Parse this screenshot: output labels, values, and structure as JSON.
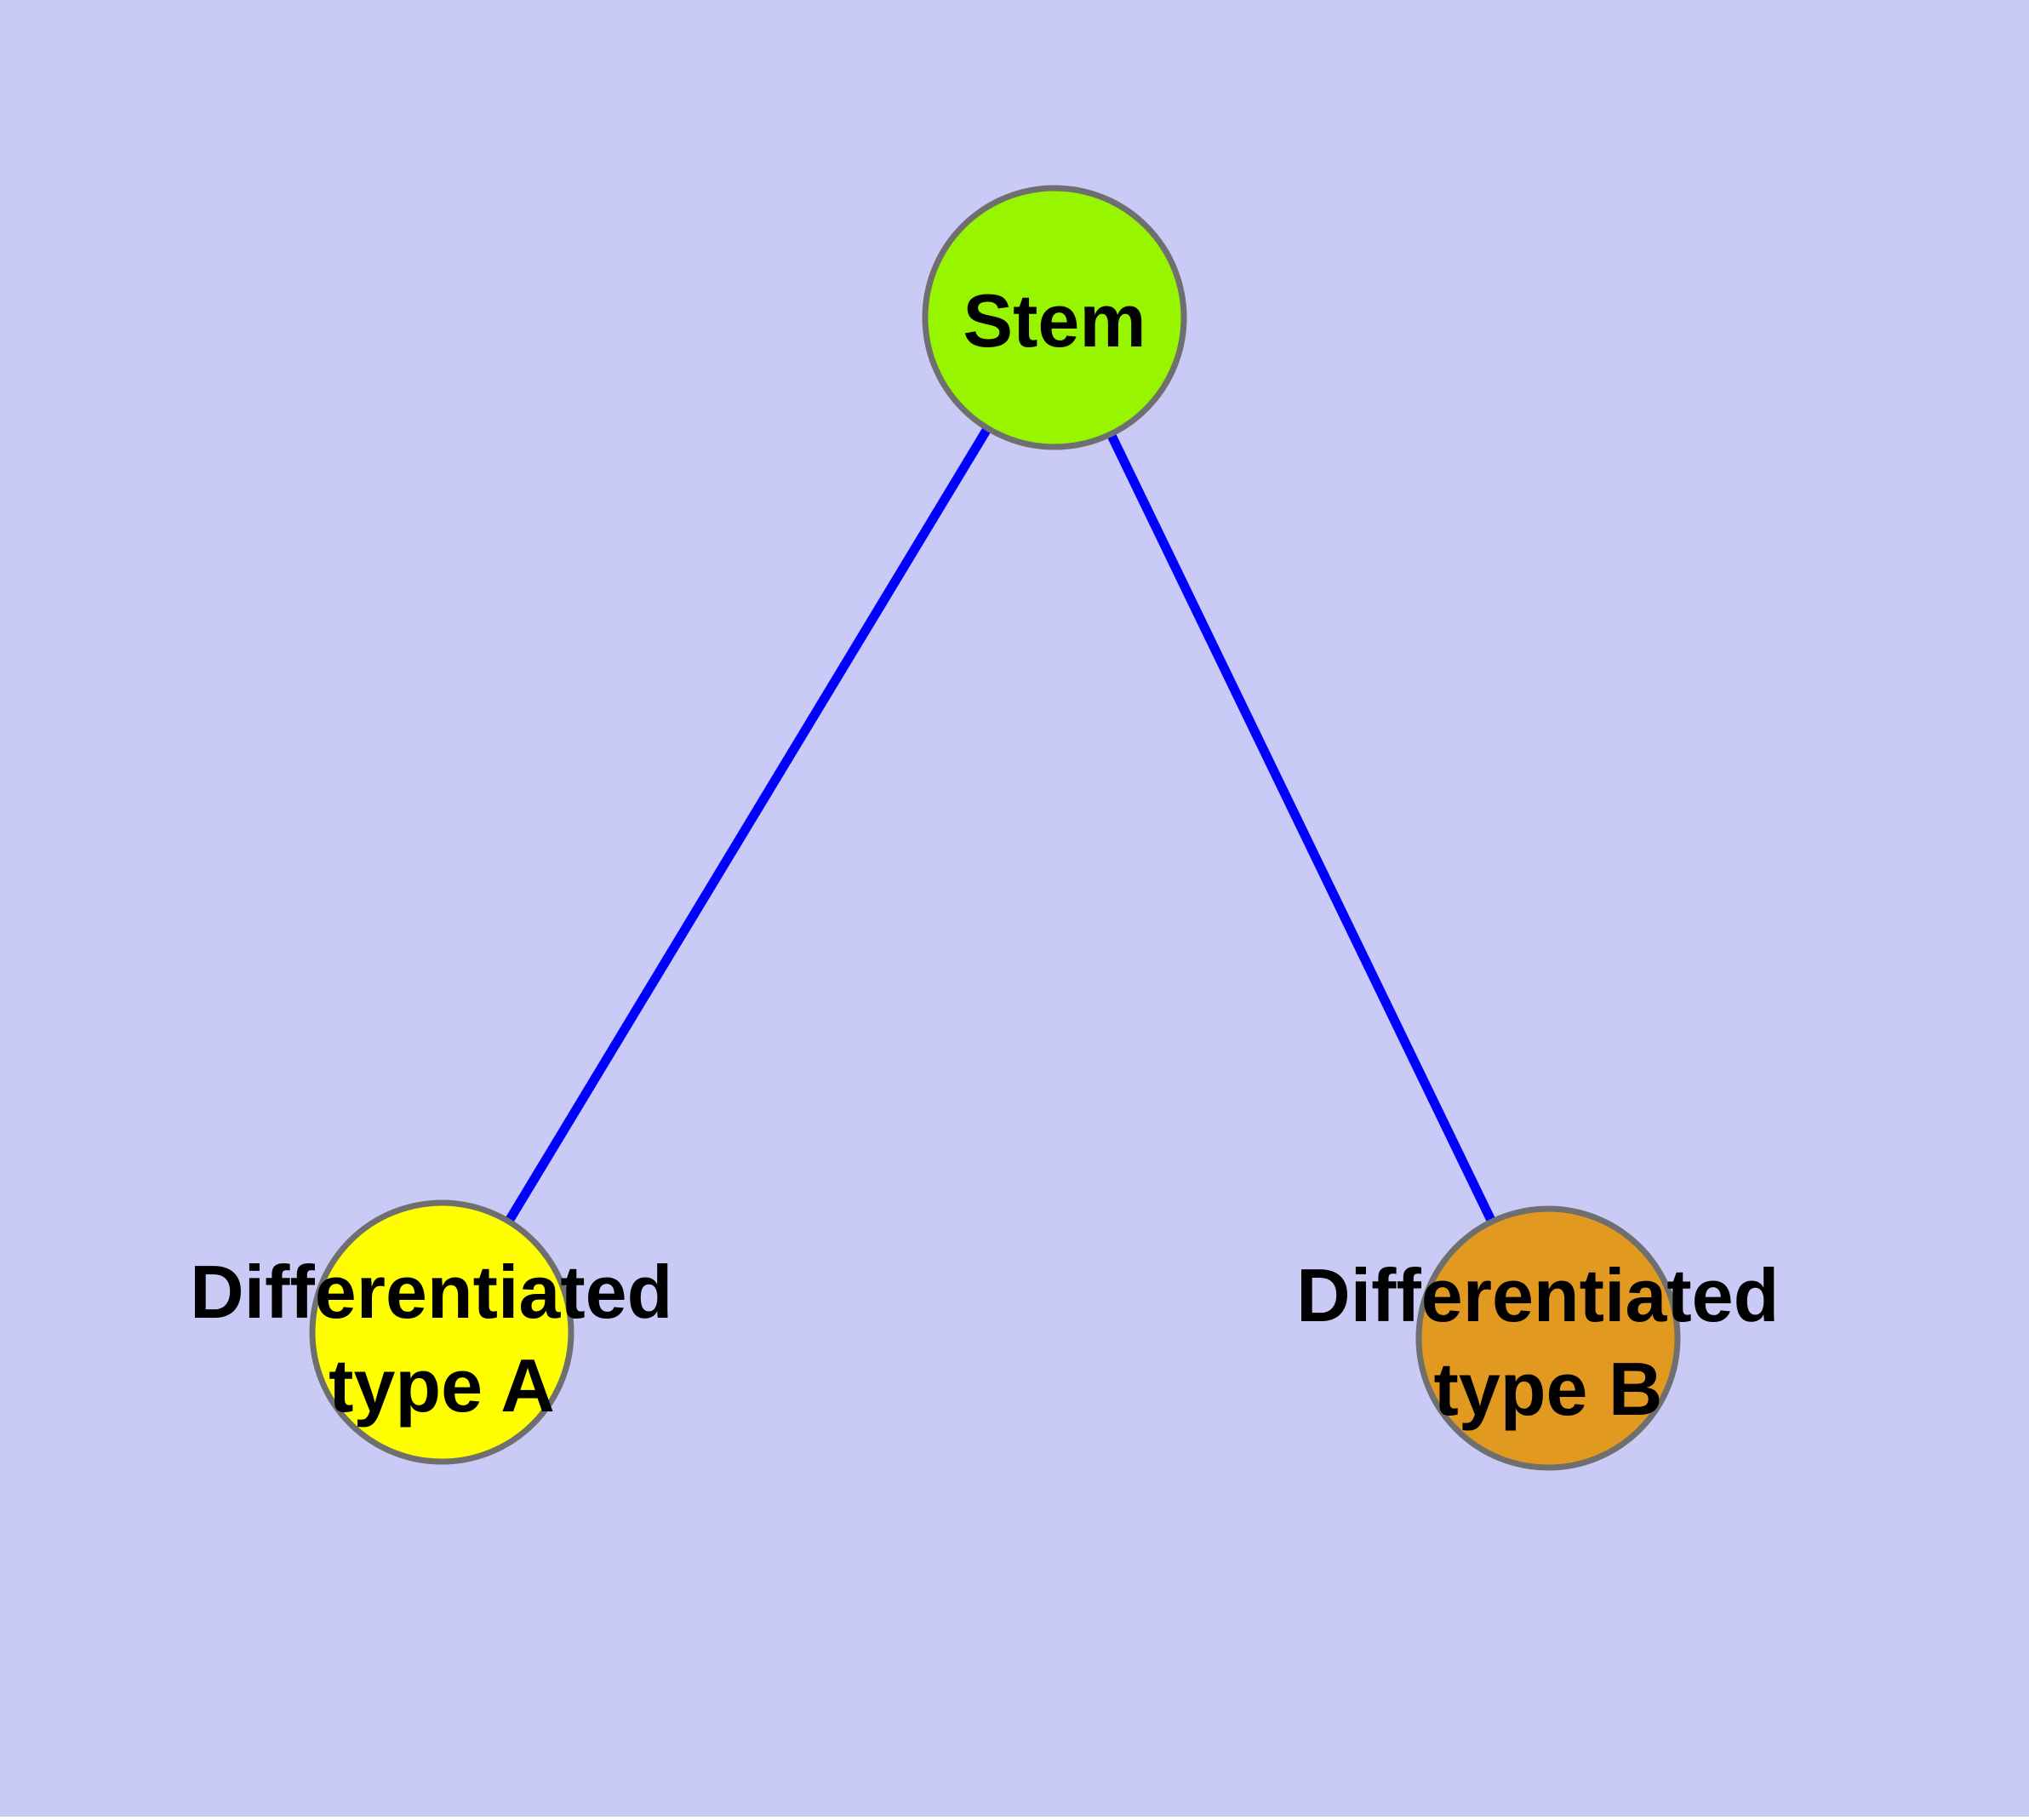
{
  "diagram": {
    "background_color": "#CACAF6",
    "edge_color": "#0000FF",
    "node_border_color": "#6F6F6F",
    "text_color": "#000000",
    "nodes": [
      {
        "id": "stem",
        "label_lines": [
          "Stem"
        ],
        "fill": "#97F500"
      },
      {
        "id": "differentiated-type-a",
        "label_lines": [
          "Differentiated",
          "type A"
        ],
        "fill": "#FFFF00"
      },
      {
        "id": "differentiated-type-b",
        "label_lines": [
          "Differentiated",
          "type B"
        ],
        "fill": "#E2991F"
      }
    ],
    "edges": [
      {
        "from": "stem",
        "to": "differentiated-type-a"
      },
      {
        "from": "stem",
        "to": "differentiated-type-b"
      }
    ]
  }
}
